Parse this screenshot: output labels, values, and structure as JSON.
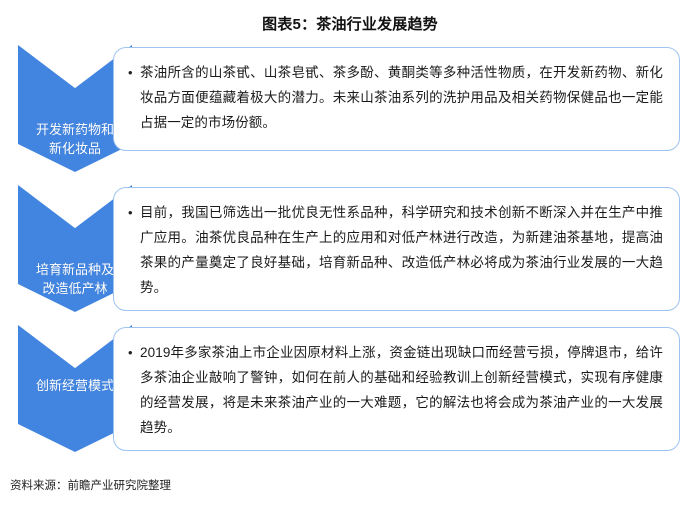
{
  "chart_title": "图表5：茶油行业发展趋势",
  "bullet_glyph": "•",
  "colors": {
    "arrow_blue": "#4285E0",
    "card_border": "#9DC3F0",
    "text": "#1b1b1b",
    "background": "#ffffff"
  },
  "items": [
    {
      "label": "开发新药物和\n新化妆品",
      "text": "茶油所含的山茶甙、山茶皂甙、茶多酚、黄酮类等多种活性物质，在开发新药物、新化妆品方面便蕴藏着极大的潜力。未来山茶油系列的洗护用品及相关药物保健品也一定能占据一定的市场份额。"
    },
    {
      "label": "培育新品种及\n改造低产林",
      "text": "目前，我国已筛选出一批优良无性系品种，科学研究和技术创新不断深入并在生产中推广应用。油茶优良品种在生产上的应用和对低产林进行改造，为新建油茶基地，提高油茶果的产量奠定了良好基础，培育新品种、改造低产林必将成为茶油行业发展的一大趋势。"
    },
    {
      "label": "创新经营模式",
      "text": "2019年多家茶油上市企业因原材料上涨，资金链出现缺口而经营亏损，停牌退市，给许多茶油企业敲响了警钟，如何在前人的基础和经验教训上创新经营模式，实现有序健康的经营发展，将是未来茶油产业的一大难题，它的解法也将会成为茶油产业的一大发展趋势。"
    }
  ],
  "source_note": "资料来源：前瞻产业研究院整理"
}
